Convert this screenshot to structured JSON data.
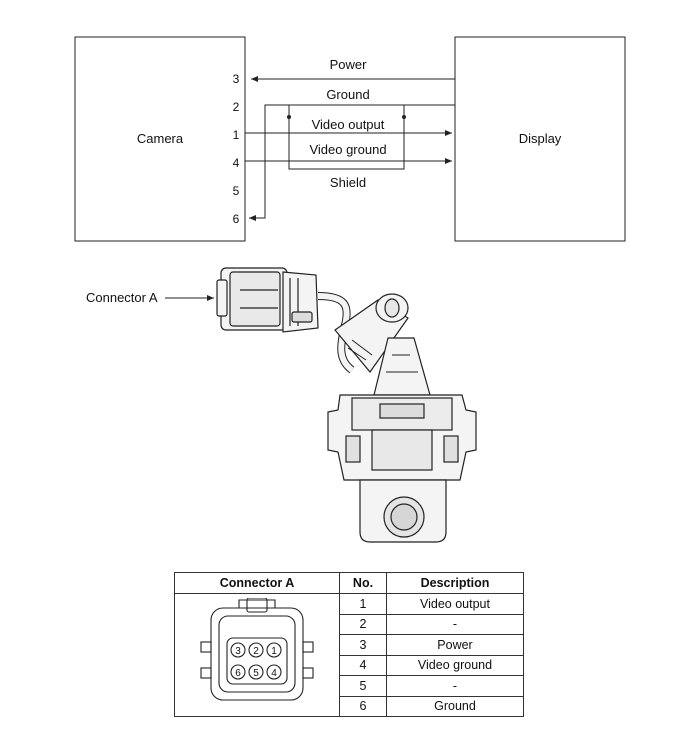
{
  "wiring": {
    "camera_label": "Camera",
    "display_label": "Display",
    "pins": [
      "3",
      "2",
      "1",
      "4",
      "5",
      "6"
    ],
    "signals": {
      "power": "Power",
      "ground": "Ground",
      "video_output": "Video output",
      "video_ground": "Video ground",
      "shield": "Shield"
    }
  },
  "illustration": {
    "callout": "Connector A"
  },
  "pin_table": {
    "headers": [
      "Connector A",
      "No.",
      "Description"
    ],
    "rows": [
      {
        "no": "1",
        "desc": "Video output"
      },
      {
        "no": "2",
        "desc": "-"
      },
      {
        "no": "3",
        "desc": "Power"
      },
      {
        "no": "4",
        "desc": "Video ground"
      },
      {
        "no": "5",
        "desc": "-"
      },
      {
        "no": "6",
        "desc": "Ground"
      }
    ],
    "connector_face": {
      "top_row": [
        "3",
        "2",
        "1"
      ],
      "bottom_row": [
        "6",
        "5",
        "4"
      ]
    }
  }
}
